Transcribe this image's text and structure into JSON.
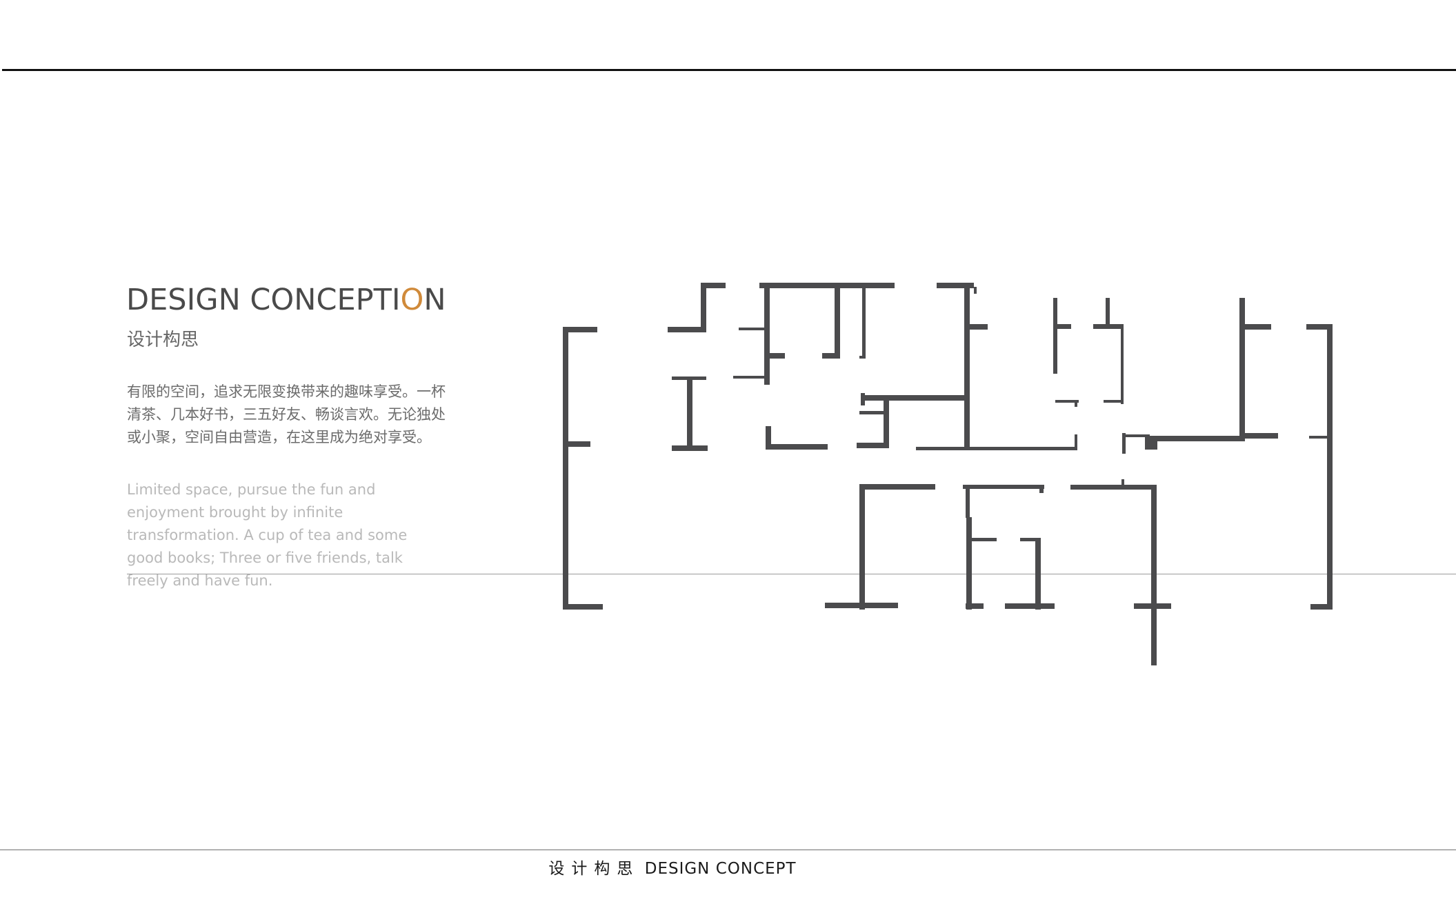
{
  "heading": {
    "title_main": "DESIGN CONCEPTI",
    "title_accent_letter": "O",
    "title_end": "N",
    "subtitle": "设计构思"
  },
  "description": {
    "chinese": "有限的空间，追求无限变换带来的趣味享受。一杯清茶、几本好书，三五好友、畅谈言欢。无论独处或小聚，空间自由营造，在这里成为绝对享受。",
    "english": "Limited space, pursue the fun and enjoyment brought by infinite transformation. A cup of tea and some good books; Three or five friends, talk freely and have fun."
  },
  "footer": {
    "caption_cn": "设计构思",
    "caption_en": "DESIGN CONCEPT"
  },
  "colors": {
    "title_text": "#4a4a4a",
    "accent_orange": "#d08a3a",
    "wall_fill": "#4b4b4d",
    "english_body_text": "#b9b9b9",
    "chinese_body_text": "#6b6b6b"
  }
}
